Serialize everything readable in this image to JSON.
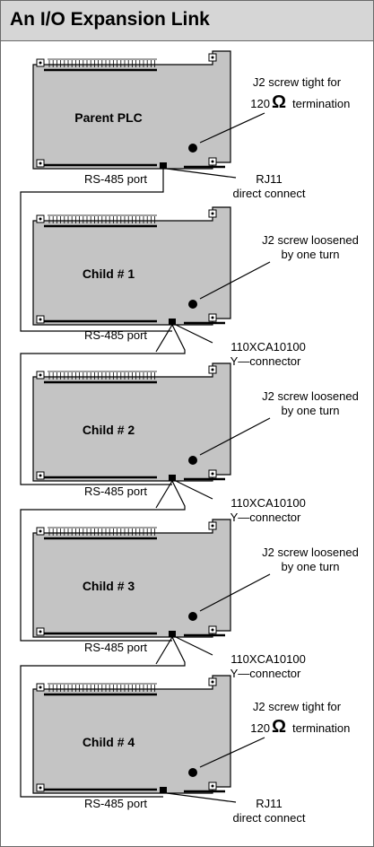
{
  "title": "An I/O Expansion Link",
  "units": [
    {
      "name": "Parent PLC",
      "port_label": "RS-485 port",
      "screw_note": [
        "J2 screw tight for",
        "120",
        "Ω",
        "termination"
      ],
      "connector_note": [
        "RJ11",
        "direct connect"
      ]
    },
    {
      "name": "Child # 1",
      "port_label": "RS-485 port",
      "screw_note": [
        "J2 screw loosened",
        "by one turn"
      ],
      "connector_note": [
        "110XCA10100",
        "Y—connector"
      ]
    },
    {
      "name": "Child # 2",
      "port_label": "RS-485 port",
      "screw_note": [
        "J2 screw loosened",
        "by one turn"
      ],
      "connector_note": [
        "110XCA10100",
        "Y—connector"
      ]
    },
    {
      "name": "Child # 3",
      "port_label": "RS-485 port",
      "screw_note": [
        "J2 screw loosened",
        "by one turn"
      ],
      "connector_note": [
        "110XCA10100",
        "Y—connector"
      ]
    },
    {
      "name": "Child # 4",
      "port_label": "RS-485 port",
      "screw_note": [
        "J2 screw tight for",
        "120",
        "Ω",
        "termination"
      ],
      "connector_note": [
        "RJ11",
        "direct connect"
      ]
    }
  ],
  "colors": {
    "board_fill": "#c4c4c4",
    "header_fill": "#d6d6d6",
    "line": "#000000"
  }
}
